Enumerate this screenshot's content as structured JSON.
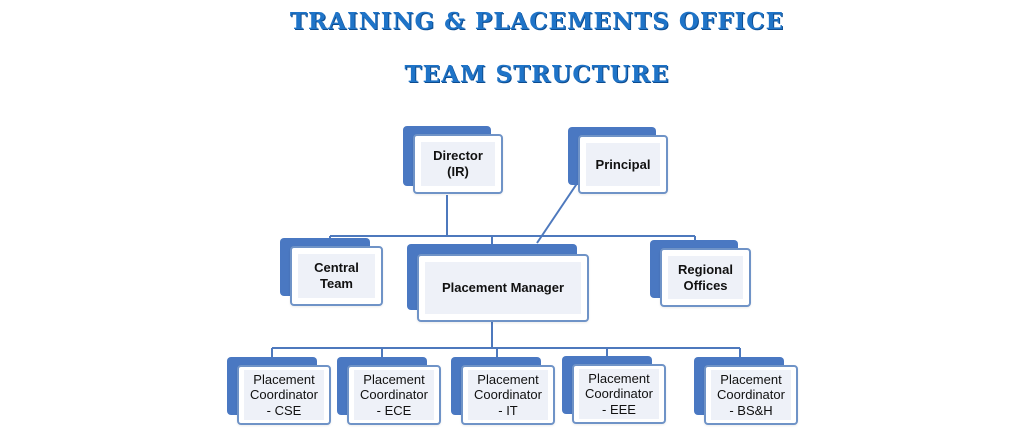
{
  "title": {
    "line1": "TRAINING & PLACEMENTS OFFICE",
    "line2": "TEAM STRUCTURE"
  },
  "nodes": {
    "director": "Director\n(IR)",
    "principal": "Principal",
    "central_team": "Central\nTeam",
    "placement_manager": "Placement Manager",
    "regional_offices": "Regional\nOffices",
    "coord_cse": "Placement\nCoordinator\n- CSE",
    "coord_ece": "Placement\nCoordinator\n- ECE",
    "coord_it": "Placement\nCoordinator\n- IT",
    "coord_eee": "Placement\nCoordinator\n- EEE",
    "coord_bsh": "Placement\nCoordinator\n- BS&H"
  },
  "colors": {
    "title": "#1f74c8",
    "box_shadow": "#4a78c2",
    "box_border": "#6f93c7",
    "connector": "#4e79bd"
  }
}
